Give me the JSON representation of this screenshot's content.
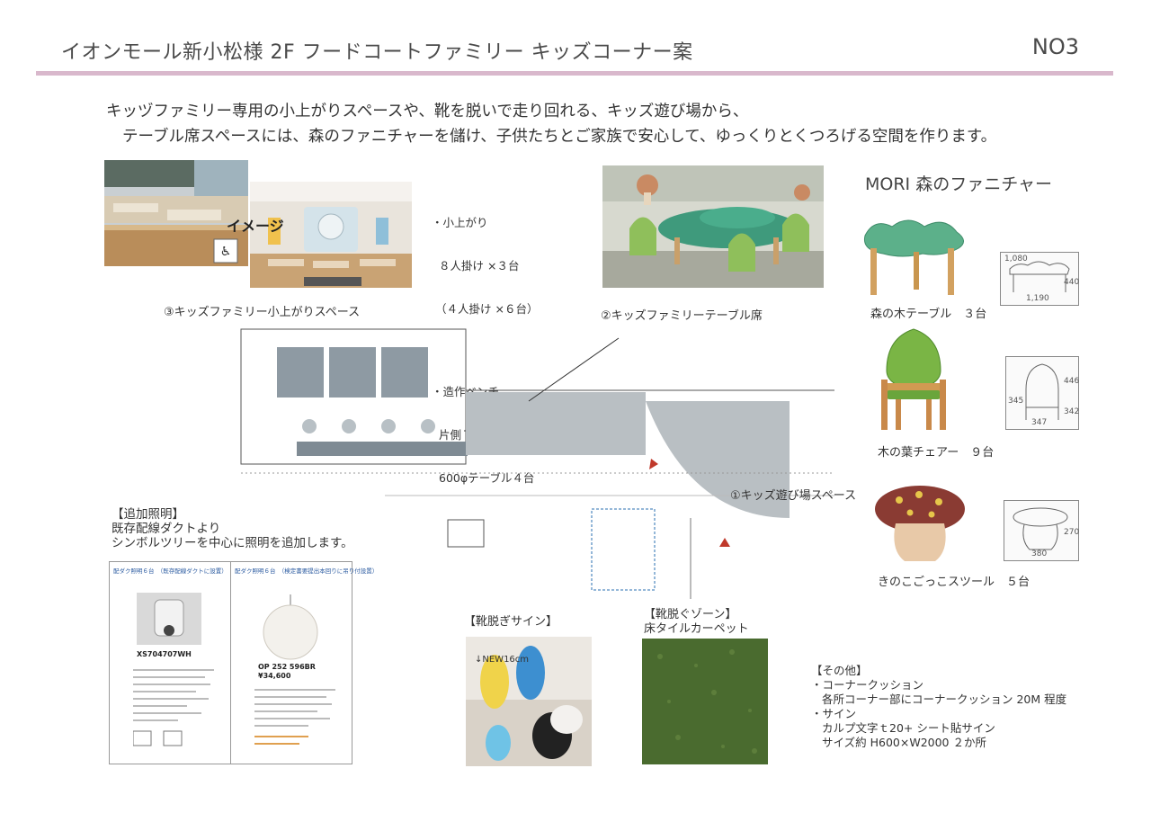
{
  "header": {
    "title": "イオンモール新小松様 2F フードコートファミリー キッズコーナー案",
    "page_no": "NO3"
  },
  "intro": {
    "line1": "キッヅファミリー専用の小上がりスペースや、靴を脱いで走り回れる、キッズ遊び場から、",
    "line2": "テーブル席スペースには、森のファニチャーを儲け、子供たちとご家族で安心して、ゆっくりとくつろげる空間を作ります。"
  },
  "image_label": "イメージ",
  "seating": {
    "agari_title": "・小上がり",
    "agari_l1": "８人掛け ×３台",
    "agari_l2": "（４人掛け ×６台）",
    "bench_title": "・造作ベンチ",
    "bench_l1": "片側７人",
    "bench_l2": "600φテーブル４台"
  },
  "mori": {
    "title": "MORI 森のファニチャー",
    "table": "森の木テーブル　３台",
    "chair": "木の葉チェアー　９台",
    "stool": "きのこごっこスツール　５台",
    "dim_table_w": "1,190",
    "dim_table_h": "440",
    "dim_table_d": "1,080",
    "dim_chair_a": "446",
    "dim_chair_b": "345",
    "dim_chair_c": "342",
    "dim_chair_d": "347",
    "dim_stool_h": "270",
    "dim_stool_w": "380"
  },
  "zones": {
    "z3": "③キッズファミリー小上がりスペース",
    "z2": "②キッズファミリーテーブル席",
    "z1": "①キッズ遊び場スペース",
    "shoes_sign": "【靴脱ぎサイン】",
    "shoes_zone_1": "【靴脱ぐゾーン】",
    "shoes_zone_2": "床タイルカーペット",
    "sign_note": "↓NEW16cm"
  },
  "lighting": {
    "title": "【追加照明】",
    "l1": "既存配線ダクトより",
    "l2": "シンボルツリーを中心に照明を追加します。",
    "spec1_head": "配ダク照明６台　（既存配線ダクトに設置）",
    "spec1_model": "XS704707WH",
    "spec2_head": "配ダク照明６台　（検定書要提出本回りに吊り付設置）",
    "spec2_model": "OP 252 596BR",
    "spec2_price": "¥34,600"
  },
  "other": {
    "title": "【その他】",
    "b1": "・コーナークッション",
    "b1_detail": "各所コーナー部にコーナークッション 20M 程度",
    "b2": "・サイン",
    "b2_detail1": "カルプ文字ｔ20+ シート貼サイン",
    "b2_detail2": "サイズ約 H600×W2000 ２か所"
  },
  "colors": {
    "accent_rule": "#d9b8cc",
    "table_green": "#3f9a7c",
    "carpet": "#4a6b2f",
    "mushroom": "#8a3b33"
  }
}
